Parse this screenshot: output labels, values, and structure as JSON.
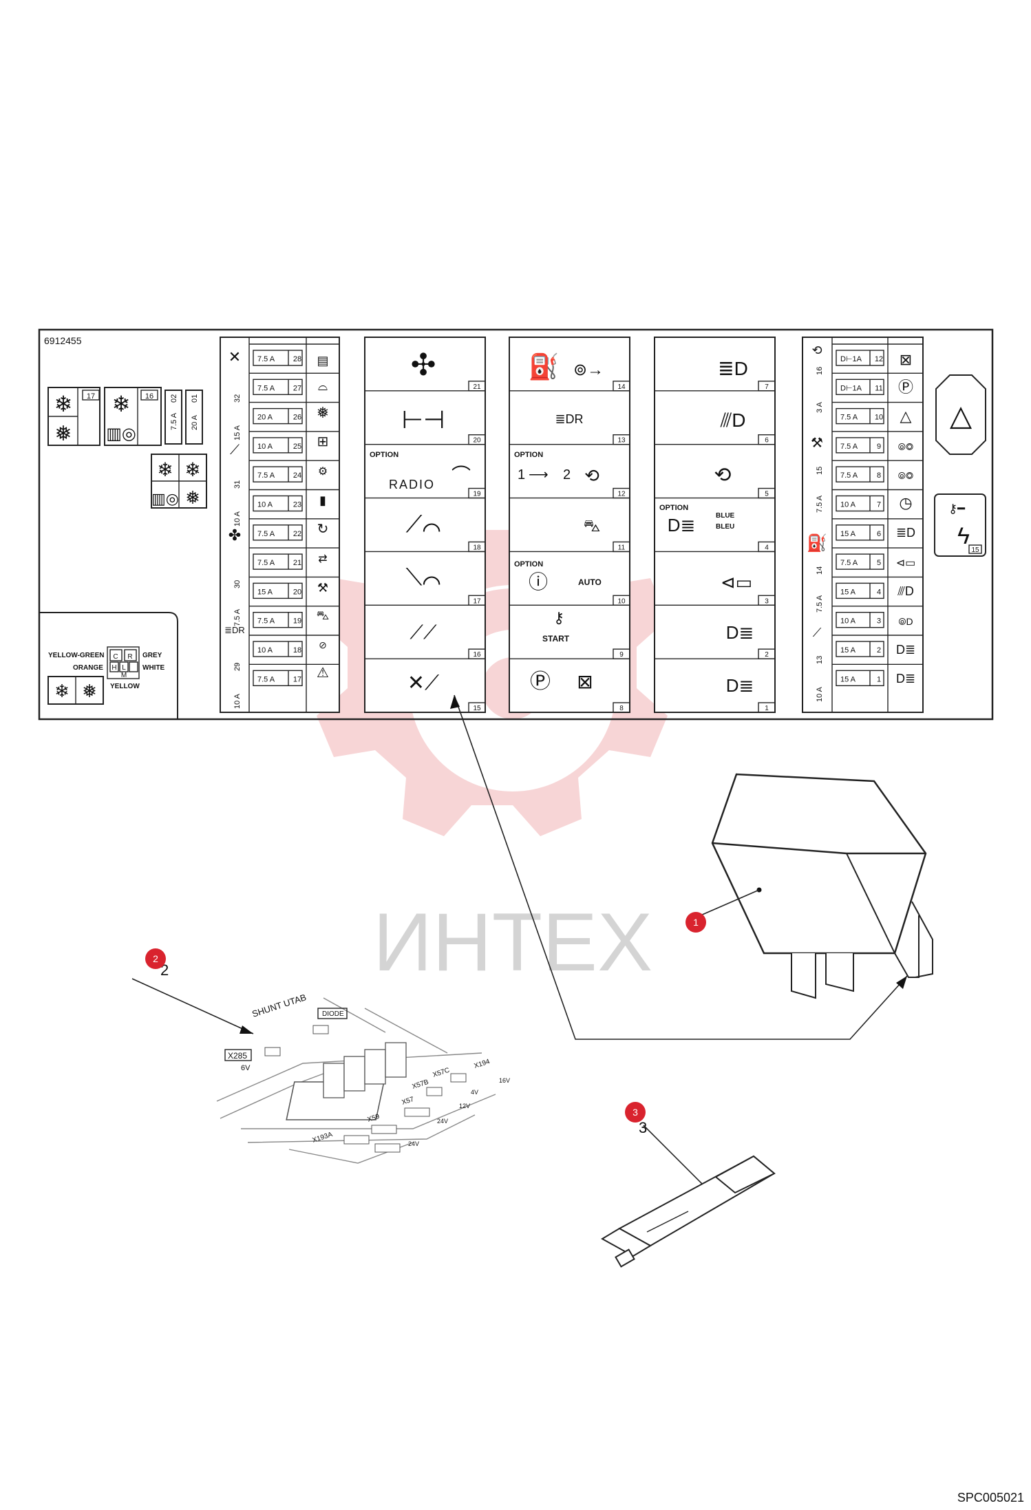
{
  "label_code": "6912455",
  "fuse_col_a": [
    {
      "amp": "7.5 A",
      "num": "28"
    },
    {
      "amp": "7.5 A",
      "num": "27"
    },
    {
      "amp": "20 A",
      "num": "26"
    },
    {
      "amp": "10 A",
      "num": "25"
    },
    {
      "amp": "7.5 A",
      "num": "24"
    },
    {
      "amp": "10 A",
      "num": "23"
    },
    {
      "amp": "7.5 A",
      "num": "22"
    },
    {
      "amp": "7.5 A",
      "num": "21"
    },
    {
      "amp": "15 A",
      "num": "20"
    },
    {
      "amp": "7.5 A",
      "num": "19"
    },
    {
      "amp": "10 A",
      "num": "18"
    },
    {
      "amp": "7.5 A",
      "num": "17"
    }
  ],
  "fuse_col_a_side": [
    {
      "amp": "15 A",
      "num": "32"
    },
    {
      "amp": "10 A",
      "num": "31"
    },
    {
      "amp": "7.5 A",
      "num": "30"
    },
    {
      "amp": "10 A",
      "num": "29"
    }
  ],
  "left_fuses": [
    {
      "amp": "7.5 A",
      "num": "02"
    },
    {
      "amp": "20 A",
      "num": "01"
    }
  ],
  "left_tags": [
    "17",
    "16"
  ],
  "relay_col_1": [
    "21",
    "20",
    "19",
    "18",
    "17",
    "16",
    "15"
  ],
  "relay_col_1_text": {
    "option": "OPTION",
    "radio": "RADIO"
  },
  "relay_col_2": [
    "14",
    "13",
    "12",
    "11",
    "10",
    "9",
    "8"
  ],
  "relay_col_2_text": {
    "dr": "≣DR",
    "option_a": "OPTION",
    "seq_1": "1",
    "seq_2": "2",
    "option_b": "OPTION",
    "auto": "AUTO",
    "start": "START"
  },
  "relay_col_3": [
    "7",
    "6",
    "5",
    "4",
    "3",
    "2",
    "1"
  ],
  "relay_col_3_text": {
    "option": "OPTION",
    "blue": "BLUE",
    "bleu": "BLEU"
  },
  "fuse_col_b": [
    {
      "amp": "D⊢1A",
      "num": "12"
    },
    {
      "amp": "D⊢1A",
      "num": "11"
    },
    {
      "amp": "7.5 A",
      "num": "10"
    },
    {
      "amp": "7.5 A",
      "num": "9"
    },
    {
      "amp": "7.5 A",
      "num": "8"
    },
    {
      "amp": "10 A",
      "num": "7"
    },
    {
      "amp": "15 A",
      "num": "6"
    },
    {
      "amp": "7.5 A",
      "num": "5"
    },
    {
      "amp": "15 A",
      "num": "4"
    },
    {
      "amp": "10 A",
      "num": "3"
    },
    {
      "amp": "15 A",
      "num": "2"
    },
    {
      "amp": "15 A",
      "num": "1"
    }
  ],
  "fuse_col_b_side": [
    {
      "amp": "3 A",
      "num": "16"
    },
    {
      "amp": "7.5 A",
      "num": "15"
    },
    {
      "amp": "7.5 A",
      "num": "14"
    },
    {
      "amp": "10 A",
      "num": "13"
    }
  ],
  "key_tag": "15",
  "color_legend": {
    "yellow_green": "YELLOW-GREEN",
    "orange": "ORANGE",
    "grey": "GREY",
    "white": "WHITE",
    "yellow": "YELLOW",
    "c": "C",
    "r": "R",
    "h": "H",
    "l": "L",
    "m": "M"
  },
  "shunt": {
    "title": "SHUNT UTAB",
    "diode": "DIODE",
    "x285": "X285",
    "v6": "6V",
    "x194": "X194",
    "v16": "16V",
    "x57c": "X57C",
    "v4": "4V",
    "x57b": "X57B",
    "v12": "12V",
    "x57": "X57",
    "v24a": "24V",
    "x59": "X59",
    "x193a": "X193A",
    "v24b": "24V"
  },
  "callouts": [
    {
      "id": "1",
      "text": "1"
    },
    {
      "id": "2",
      "text": "2"
    },
    {
      "id": "3",
      "text": "3"
    }
  ],
  "callout_2_label": "2",
  "callout_3_label": "3",
  "watermark": "ИНТЕХ",
  "accent_color": "#d9232e",
  "watermark_color": "#f2b3b5",
  "figure_code": "SPC005021"
}
